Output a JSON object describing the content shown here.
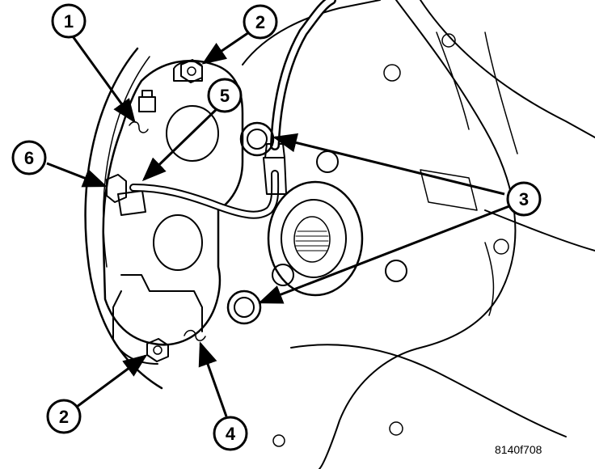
{
  "figure": {
    "id_label": "8140f708",
    "callouts": [
      {
        "key": "c1",
        "label": "1"
      },
      {
        "key": "c2a",
        "label": "2"
      },
      {
        "key": "c2b",
        "label": "2"
      },
      {
        "key": "c3",
        "label": "3"
      },
      {
        "key": "c4",
        "label": "4"
      },
      {
        "key": "c5",
        "label": "5"
      },
      {
        "key": "c6",
        "label": "6"
      }
    ]
  }
}
